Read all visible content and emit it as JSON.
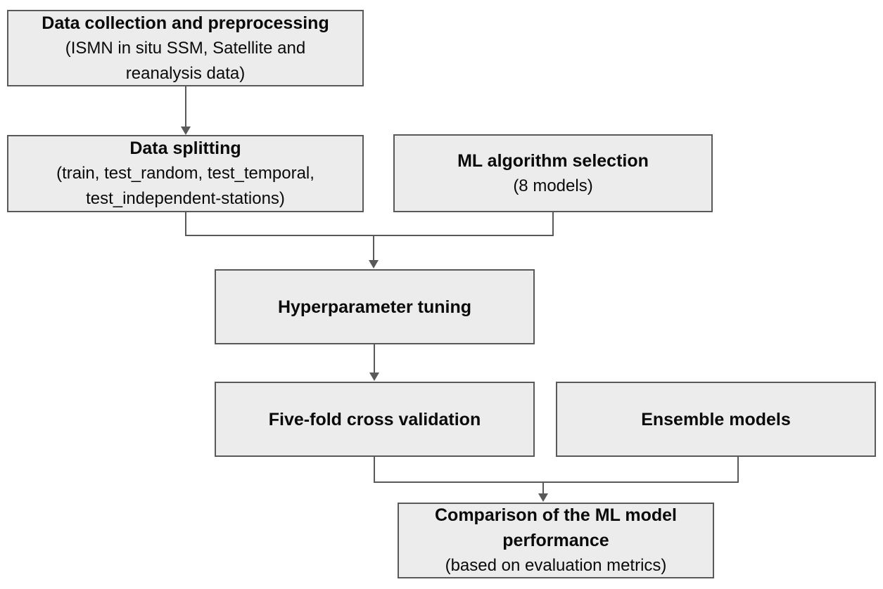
{
  "boxes": {
    "data_collection": {
      "title": "Data collection and preprocessing",
      "subtitle": "(ISMN in situ SSM, Satellite and\nreanalysis data)"
    },
    "data_splitting": {
      "title": "Data splitting",
      "subtitle": "(train, test_random, test_temporal,\ntest_independent-stations)"
    },
    "ml_algorithm_selection": {
      "title": "ML algorithm selection",
      "subtitle": "(8 models)"
    },
    "hyperparameter_tuning": {
      "title": "Hyperparameter tuning"
    },
    "five_fold_cv": {
      "title": "Five-fold cross validation"
    },
    "ensemble_models": {
      "title": "Ensemble models"
    },
    "comparison": {
      "title": "Comparison of the ML model\nperformance",
      "subtitle": "(based on evaluation metrics)"
    }
  },
  "edges": [
    {
      "from": "data_collection",
      "to": "data_splitting",
      "type": "arrow"
    },
    {
      "from": [
        "data_splitting",
        "ml_algorithm_selection"
      ],
      "to": "hyperparameter_tuning",
      "type": "merge-arrow"
    },
    {
      "from": "hyperparameter_tuning",
      "to": "five_fold_cv",
      "type": "arrow"
    },
    {
      "from": [
        "five_fold_cv",
        "ensemble_models"
      ],
      "to": "comparison",
      "type": "merge-arrow"
    }
  ],
  "colors": {
    "box_fill": "#ececec",
    "box_border": "#595959",
    "connector": "#595959",
    "text": "#0a0a0a",
    "background": "#ffffff"
  }
}
